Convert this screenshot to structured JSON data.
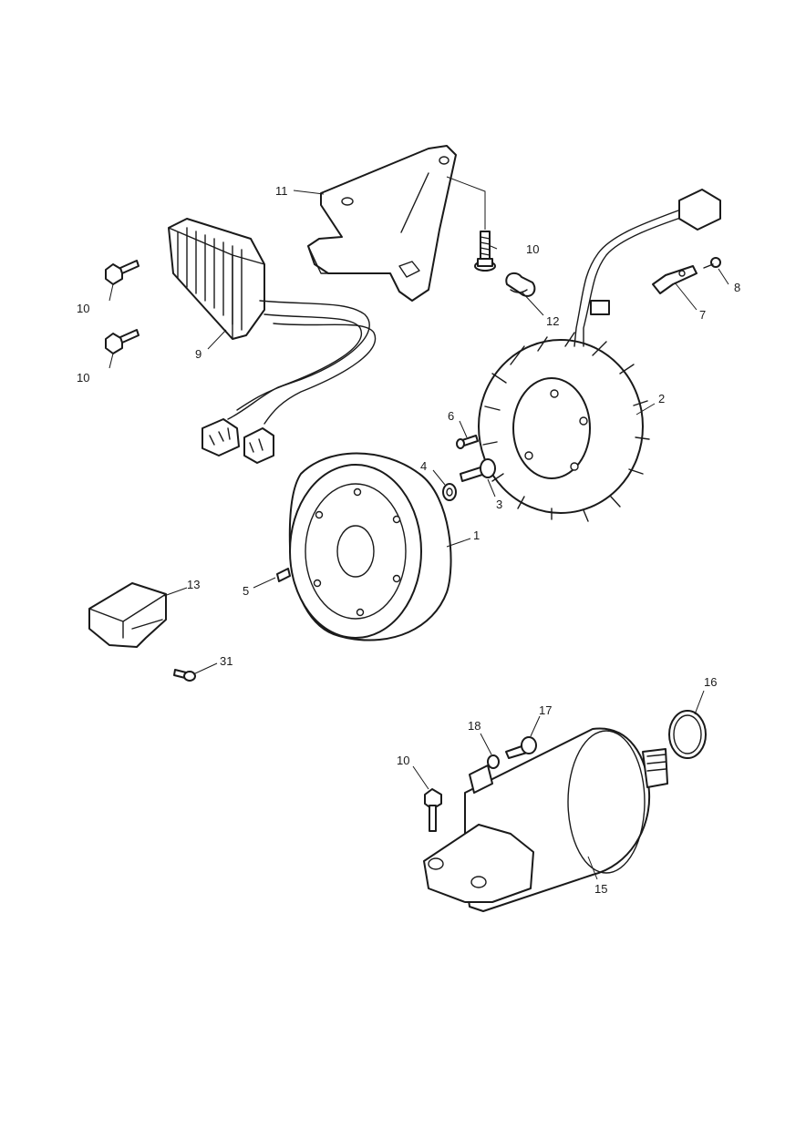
{
  "callouts": {
    "c1": "1",
    "c2": "2",
    "c3": "3",
    "c4": "4",
    "c5": "5",
    "c6": "6",
    "c7": "7",
    "c8": "8",
    "c9": "9",
    "c10a": "10",
    "c10b": "10",
    "c10c": "10",
    "c10d": "10",
    "c11": "11",
    "c12": "12",
    "c13": "13",
    "c15": "15",
    "c16": "16",
    "c17": "17",
    "c18": "18",
    "c31": "31"
  }
}
